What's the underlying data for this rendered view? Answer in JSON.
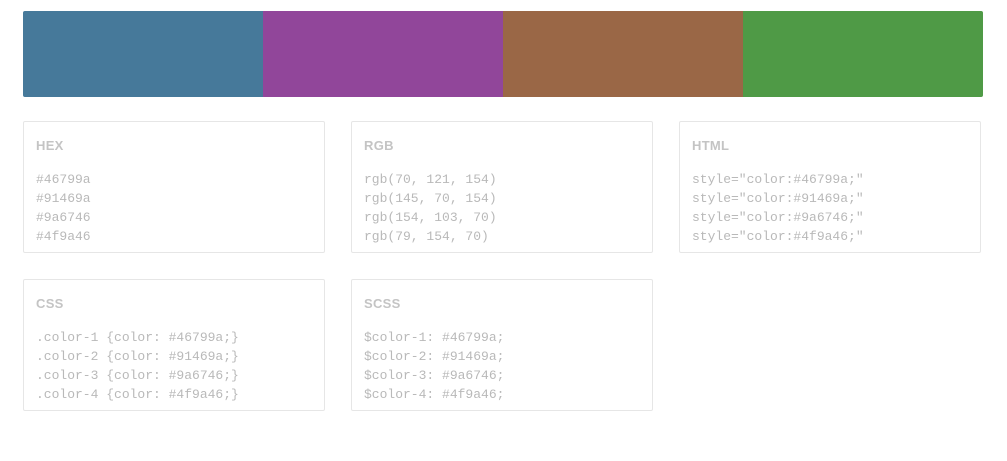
{
  "palette": {
    "swatches": [
      {
        "color": "#46799a"
      },
      {
        "color": "#91469a"
      },
      {
        "color": "#9a6746"
      },
      {
        "color": "#4f9a46"
      }
    ]
  },
  "cards": {
    "hex": {
      "title": "HEX",
      "lines": [
        "#46799a",
        "#91469a",
        "#9a6746",
        "#4f9a46"
      ]
    },
    "rgb": {
      "title": "RGB",
      "lines": [
        "rgb(70, 121, 154)",
        "rgb(145, 70, 154)",
        "rgb(154, 103, 70)",
        "rgb(79, 154, 70)"
      ]
    },
    "html": {
      "title": "HTML",
      "lines": [
        "style=\"color:#46799a;\"",
        "style=\"color:#91469a;\"",
        "style=\"color:#9a6746;\"",
        "style=\"color:#4f9a46;\""
      ]
    },
    "css": {
      "title": "CSS",
      "lines": [
        ".color-1 {color: #46799a;}",
        ".color-2 {color: #91469a;}",
        ".color-3 {color: #9a6746;}",
        ".color-4 {color: #4f9a46;}"
      ]
    },
    "scss": {
      "title": "SCSS",
      "lines": [
        "$color-1: #46799a;",
        "$color-2: #91469a;",
        "$color-3: #9a6746;",
        "$color-4: #4f9a46;"
      ]
    }
  }
}
